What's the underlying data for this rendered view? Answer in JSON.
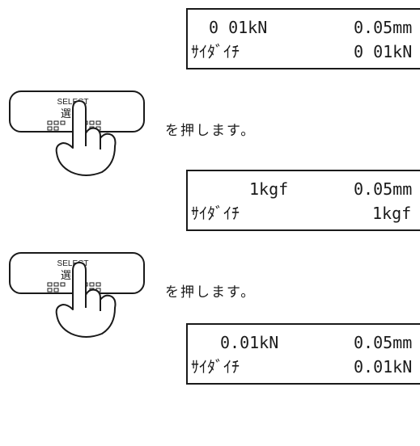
{
  "displays": [
    {
      "line1": {
        "force": "0 01kN",
        "displacement": "0.05mm"
      },
      "line2": {
        "label": "ｻｲﾀﾞｲﾁ",
        "value": "0 01kN"
      }
    },
    {
      "line1": {
        "force": "1kgf",
        "displacement": "0.05mm"
      },
      "line2": {
        "label": "ｻｲﾀﾞｲﾁ",
        "value": "1kgf"
      }
    },
    {
      "line1": {
        "force": "0.01kN",
        "displacement": "0.05mm"
      },
      "line2": {
        "label": "ｻｲﾀﾞｲﾁ",
        "value": "0.01kN"
      }
    }
  ],
  "steps": [
    {
      "key_label_en": "SELECT",
      "key_label_jp": "選 択",
      "instruction": "を押します。"
    },
    {
      "key_label_en": "SELECT",
      "key_label_jp": "選 択",
      "instruction": "を押します。"
    }
  ]
}
